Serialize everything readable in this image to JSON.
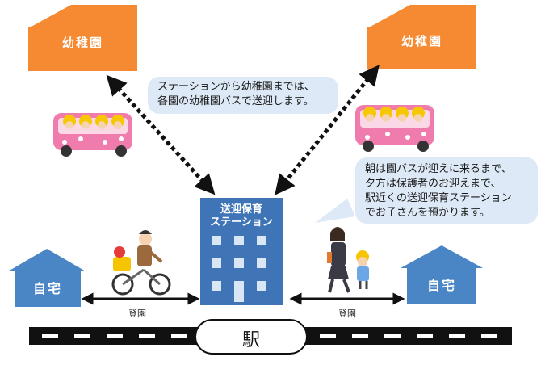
{
  "kindergarten_left": {
    "label": "幼稚園"
  },
  "kindergarten_right": {
    "label": "幼稚園"
  },
  "bubble_top": {
    "line1": "ステーションから幼稚園までは、",
    "line2": "各園の幼稚園バスで送迎します。"
  },
  "bubble_right": {
    "line1": "朝は園バスが迎えに来るまで、",
    "line2": "夕方は保護者のお迎えまで、",
    "line3": "駅近くの送迎保育ステーション",
    "line4": "でお子さんを預かります。"
  },
  "station": {
    "line1": "送迎保育",
    "line2": "ステーション"
  },
  "home_left": {
    "label": "自宅"
  },
  "home_right": {
    "label": "自宅"
  },
  "arrow_left": {
    "label": "登園"
  },
  "arrow_right": {
    "label": "登園"
  },
  "train_station": {
    "label": "駅"
  },
  "colors": {
    "kindergarten": "#f58a33",
    "home": "#4a86c6",
    "station": "#3f74b6",
    "bubble": "#dde9f6",
    "bus": "#f07cae"
  }
}
